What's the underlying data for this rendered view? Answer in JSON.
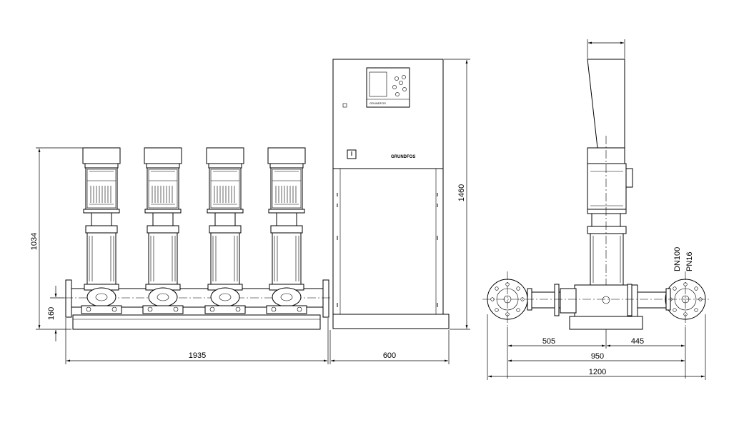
{
  "dimensions": {
    "overall_height_pumps": "1034",
    "inlet_height": "160",
    "length_pumps": "1935",
    "cabinet_width": "600",
    "cabinet_height": "1460",
    "side_left_offset": "505",
    "side_right_offset": "445",
    "flange_centers": "950",
    "overall_width_side": "1200"
  },
  "connection": {
    "nominal_diameter": "DN100",
    "pressure_rating": "PN16"
  },
  "controller": {
    "logo": "GRUNDFOS"
  }
}
